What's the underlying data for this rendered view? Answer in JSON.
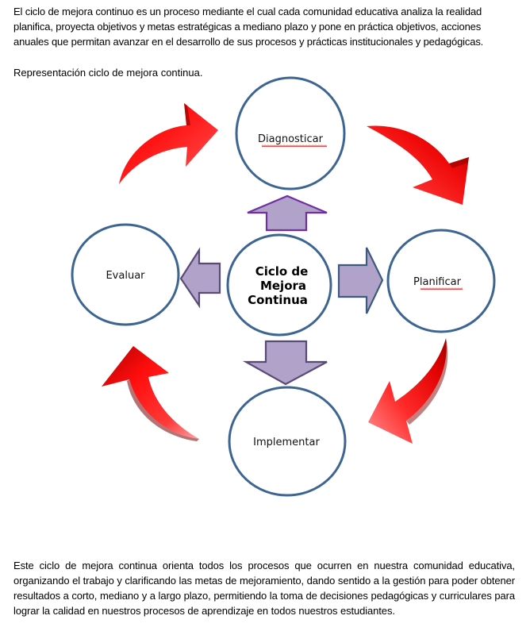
{
  "document": {
    "intro_paragraph": "El ciclo de mejora continuo es un proceso mediante el cual cada comunidad educativa analiza la realidad planifica, proyecta objetivos y metas estratégicas a mediano plazo y pone en práctica objetivos, acciones anuales que permitan avanzar en el desarrollo de sus procesos y prácticas institucionales y pedagógicas.",
    "figure_caption": "Representación ciclo de mejora continua.",
    "closing_paragraph": "Este ciclo de mejora continua orienta todos los procesos que ocurren en nuestra comunidad educativa, organizando el trabajo y clarificando las metas de mejoramiento, dando sentido a la gestión para poder obtener resultados a corto, mediano y a largo plazo, permitiendo la toma de decisiones pedagógicas y curriculares para lograr la calidad en nuestros procesos de aprendizaje en todos nuestros estudiantes."
  },
  "diagram": {
    "center": {
      "line1": "Ciclo de",
      "line2": "Mejora",
      "line3": "Continua"
    },
    "stages": {
      "top": "Diagnosticar",
      "right": "Planificar",
      "bottom": "Implementar",
      "left": "Evaluar"
    },
    "colors": {
      "circle_stroke": "#3d6591",
      "block_arrow_fill": "#b1a2c9",
      "block_arrow_stroke_up": "#7030a0",
      "block_arrow_stroke_other": "#5a4a78",
      "curved_arrow": "#e8000b",
      "spellcheck_underline": "#e02020"
    }
  }
}
